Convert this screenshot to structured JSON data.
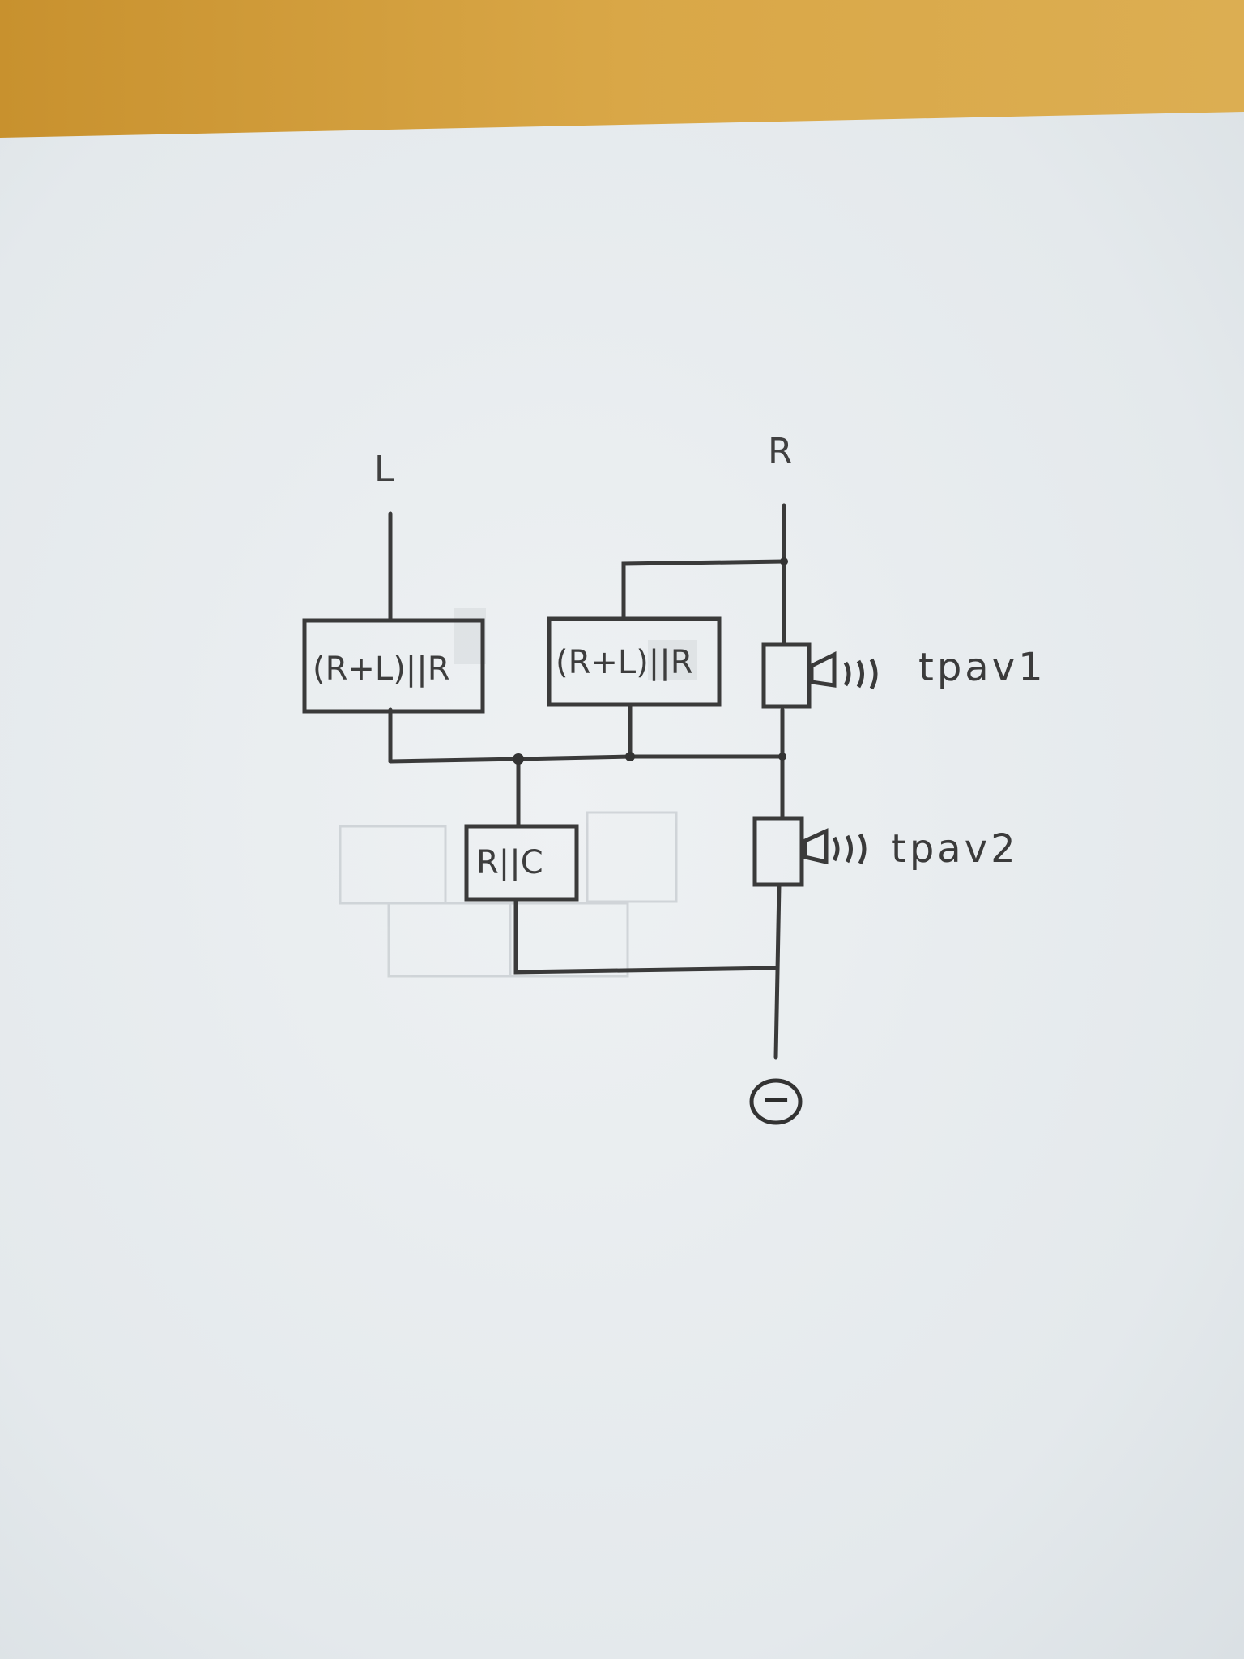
{
  "diagram": {
    "terminals": {
      "left": "L",
      "right": "R"
    },
    "blocks": {
      "left_filter": "(R+L)||R",
      "right_filter": "(R+L)||R",
      "center_filter": "R||C"
    },
    "outputs": {
      "speaker1": "tpav1",
      "speaker2": "tpav2"
    },
    "ground_symbol": "−"
  },
  "colors": {
    "desk": "#d6a445",
    "paper": "#e8ecef",
    "pencil": "#3a3a3a"
  }
}
